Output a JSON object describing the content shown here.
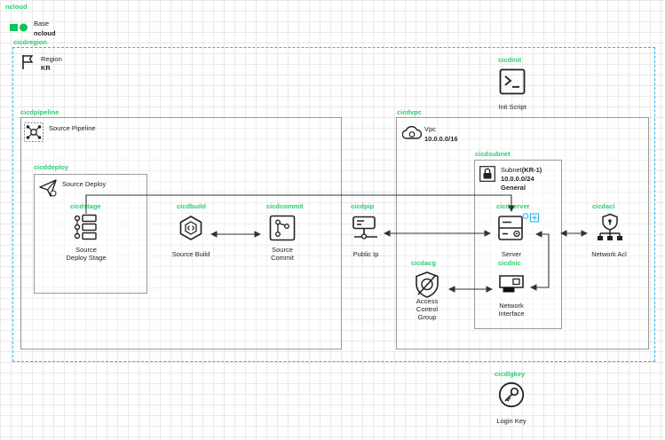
{
  "root": {
    "tag": "ncloud",
    "title": "Base",
    "value": "ncloud"
  },
  "region": {
    "tag": "cicdregion",
    "title": "Region",
    "value": "KR"
  },
  "init": {
    "tag": "cicdinit",
    "label": "Init Script"
  },
  "pipeline": {
    "tag": "cicdpipeline",
    "label": "Source Pipeline"
  },
  "deploy": {
    "tag": "cicddeploy",
    "label": "Source Deploy"
  },
  "stage": {
    "tag": "cicdstage",
    "label1": "Source",
    "label2": "Deploy Stage"
  },
  "build": {
    "tag": "cicdbuild",
    "label": "Source Build"
  },
  "commit": {
    "tag": "cicdcommit",
    "label1": "Source",
    "label2": "Commit"
  },
  "pip": {
    "tag": "cicdpip",
    "label": "Public Ip"
  },
  "vpc": {
    "tag": "cicdvpc",
    "title": "Vpc",
    "value": "10.0.0.0/16"
  },
  "subnet": {
    "tag": "cicdsubnet",
    "title": "Subnet",
    "zone": "(KR-1)",
    "cidr": "10.0.0.0/24",
    "type": "General"
  },
  "server": {
    "tag": "cicdserver",
    "label": "Server"
  },
  "nic": {
    "tag": "cicdnic",
    "label1": "Network",
    "label2": "Interface"
  },
  "acg": {
    "tag": "cicdacg",
    "label1": "Access",
    "label2": "Control",
    "label3": "Group"
  },
  "acl": {
    "tag": "cicdacl",
    "label": "Network Acl"
  },
  "loginkey": {
    "tag": "cicdlgkey",
    "label": "Login Key"
  },
  "colors": {
    "tag": "#2ecc71",
    "region_border": "#2bb5e8",
    "box_border": "#9a9a9a",
    "brand": "#03c75a",
    "icon": "#222222"
  }
}
